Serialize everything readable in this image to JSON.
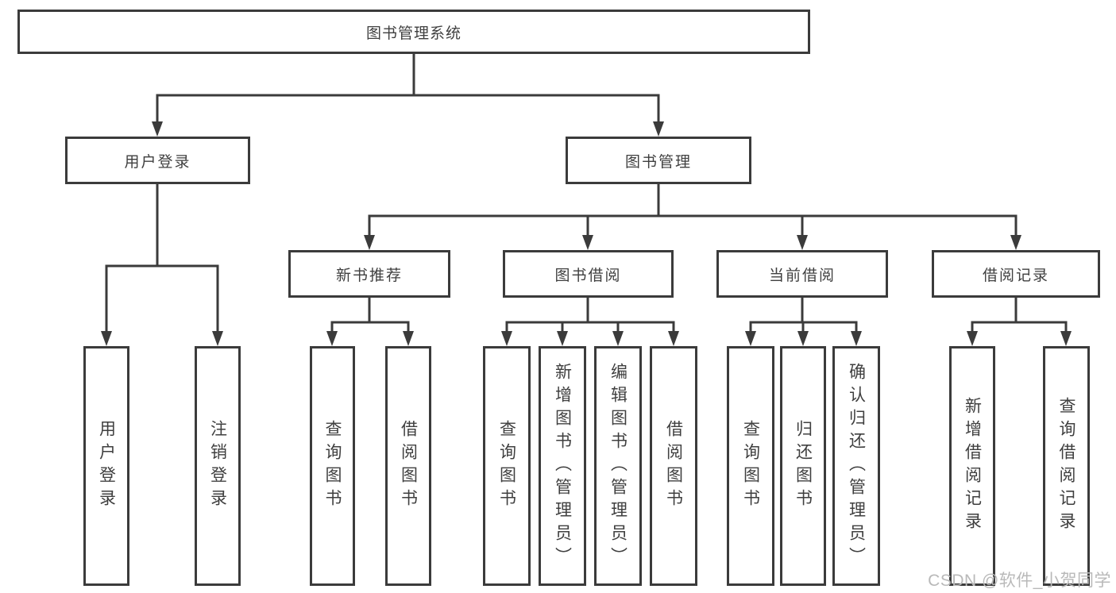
{
  "colors": {
    "line": "#3b3b3b",
    "box_border": "#3b3b3b",
    "box_bg": "#ffffff",
    "text": "#3f3f3f",
    "watermark": "#b9b9b9"
  },
  "diagram": {
    "root": {
      "label": "图书管理系统"
    },
    "branches": [
      {
        "label": "用户登录",
        "children": [
          {
            "label": "用户登录"
          },
          {
            "label": "注销登录"
          }
        ]
      },
      {
        "label": "图书管理",
        "children": [
          {
            "label": "新书推荐",
            "children": [
              {
                "label": "查询图书"
              },
              {
                "label": "借阅图书"
              }
            ]
          },
          {
            "label": "图书借阅",
            "children": [
              {
                "label": "查询图书"
              },
              {
                "label": "新增图书（管理员）"
              },
              {
                "label": "编辑图书（管理员）"
              },
              {
                "label": "借阅图书"
              }
            ]
          },
          {
            "label": "当前借阅",
            "children": [
              {
                "label": "查询图书"
              },
              {
                "label": "归还图书"
              },
              {
                "label": "确认归还（管理员）"
              }
            ]
          },
          {
            "label": "借阅记录",
            "children": [
              {
                "label": "新增借阅记录"
              },
              {
                "label": "查询借阅记录"
              }
            ]
          }
        ]
      }
    ]
  },
  "watermark": {
    "text": "CSDN @软件_小贺同学"
  }
}
